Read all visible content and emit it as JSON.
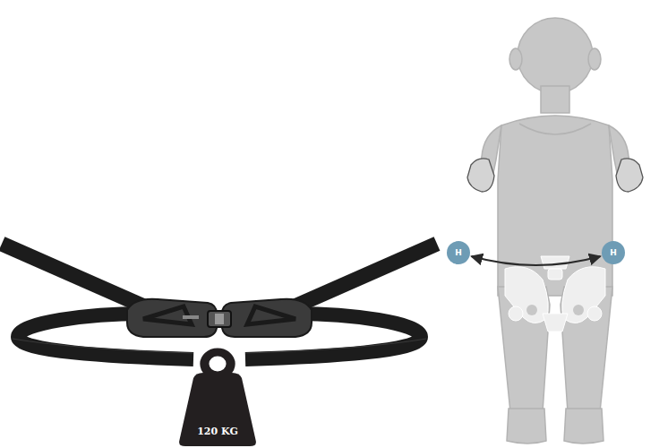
{
  "diagram": {
    "nodes": [
      {
        "text": [
          "120 KG"
        ]
      },
      {
        "text": [
          "H"
        ]
      },
      {
        "text": [
          "H"
        ]
      }
    ],
    "edges": [
      {
        "from": 1,
        "to": 2,
        "arrow": "both"
      }
    ]
  }
}
